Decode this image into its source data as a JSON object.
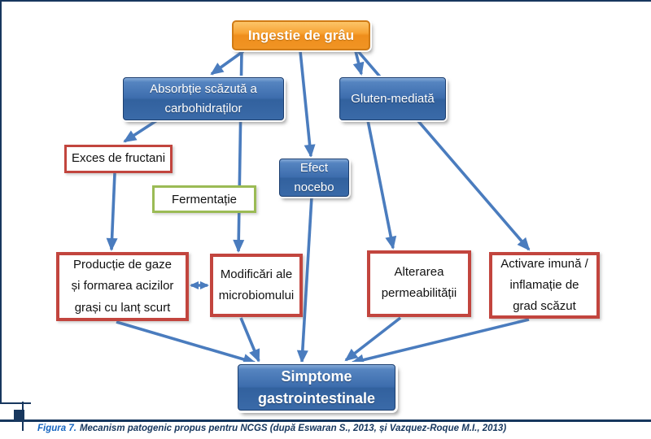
{
  "nodes": {
    "ingestie": "Ingestie de grâu",
    "absorbtie": "Absorbție scăzută a\ncarbohidraților",
    "gluten": "Gluten-mediată",
    "efect_nocebo": "Efect\nnocebo",
    "exces": "Exces de fructani",
    "fermentatie": "Fermentație",
    "productie": "Producție de gaze\nși formarea acizilor\ngrași cu lanț scurt",
    "modificari": "Modificări ale\nmicrobiomului",
    "alterarea": "Alterarea\npermeabilității",
    "activare": "Activare imună /\ninflamație de\ngrad scăzut",
    "simptome": "Simptome\ngastrointestinale"
  },
  "edges": [
    {
      "from": "ingestie",
      "to": "absorbtie"
    },
    {
      "from": "ingestie",
      "to": "efect_nocebo"
    },
    {
      "from": "ingestie",
      "to": "gluten"
    },
    {
      "from": "ingestie",
      "to": "modificari",
      "via": "fermentatie"
    },
    {
      "from": "ingestie",
      "to": "activare"
    },
    {
      "from": "absorbtie",
      "to": "exces"
    },
    {
      "from": "exces",
      "to": "productie"
    },
    {
      "from": "gluten",
      "to": "alterarea"
    },
    {
      "from": "productie",
      "to": "modificari",
      "bidirectional": true
    },
    {
      "from": "productie",
      "to": "simptome"
    },
    {
      "from": "modificari",
      "to": "simptome"
    },
    {
      "from": "efect_nocebo",
      "to": "simptome"
    },
    {
      "from": "alterarea",
      "to": "simptome"
    },
    {
      "from": "activare",
      "to": "simptome"
    }
  ],
  "caption": {
    "label": "Figura 7.",
    "text": "Mecanism patogenic propus pentru NCGS (după Eswaran S., 2013, și Vazquez-Roque M.I., 2013)"
  },
  "colors": {
    "arrow_blue": "#4a7cbe",
    "box_blue": "#3d6dad",
    "box_orange": "#f09424",
    "border_red": "#c2453e",
    "border_olive": "#9bbb55",
    "frame_navy": "#17375e",
    "caption_label_blue": "#1565c0"
  }
}
